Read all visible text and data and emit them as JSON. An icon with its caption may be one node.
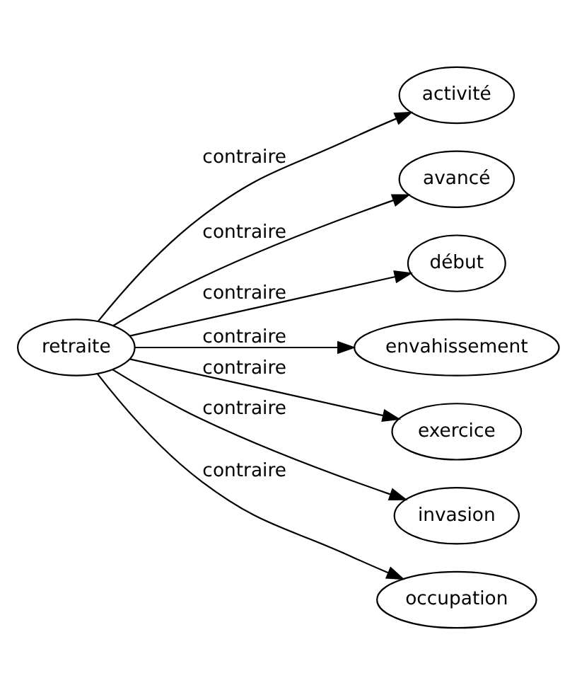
{
  "diagram": {
    "nodes": [
      {
        "text": [
          "retraite"
        ]
      },
      {
        "text": [
          "activité"
        ]
      },
      {
        "text": [
          "avancé"
        ]
      },
      {
        "text": [
          "début"
        ]
      },
      {
        "text": [
          "envahissement"
        ]
      },
      {
        "text": [
          "exercice"
        ]
      },
      {
        "text": [
          "invasion"
        ]
      },
      {
        "text": [
          "occupation"
        ]
      }
    ],
    "edges": [
      {
        "from": 0,
        "to": 1,
        "arrow": "to",
        "label": "contraire"
      },
      {
        "from": 0,
        "to": 2,
        "arrow": "to",
        "label": "contraire"
      },
      {
        "from": 0,
        "to": 3,
        "arrow": "to",
        "label": "contraire"
      },
      {
        "from": 0,
        "to": 4,
        "arrow": "to",
        "label": "contraire"
      },
      {
        "from": 0,
        "to": 5,
        "arrow": "to",
        "label": "contraire"
      },
      {
        "from": 0,
        "to": 6,
        "arrow": "to",
        "label": "contraire"
      },
      {
        "from": 0,
        "to": 7,
        "arrow": "to",
        "label": "contraire"
      }
    ]
  }
}
